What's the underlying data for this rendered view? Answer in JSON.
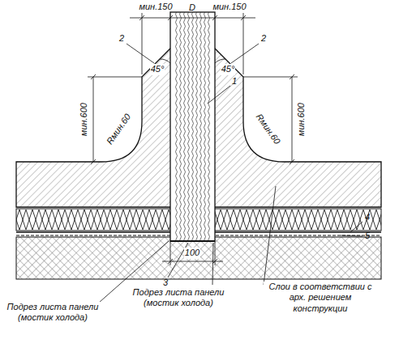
{
  "diagram": {
    "labels": [
      "мин.150",
      "D",
      "мин.150",
      "2",
      "2",
      "45°",
      "45°",
      "1",
      "мин.600",
      "мин.600",
      "Rмин.60",
      "Rмин.60",
      "4",
      "5",
      "100",
      "3",
      "Подрез листа панели (мостик холода)",
      "Подрез листа панели (мостик холода)",
      "Слои в соответствии с арх. решением конструкции"
    ]
  }
}
